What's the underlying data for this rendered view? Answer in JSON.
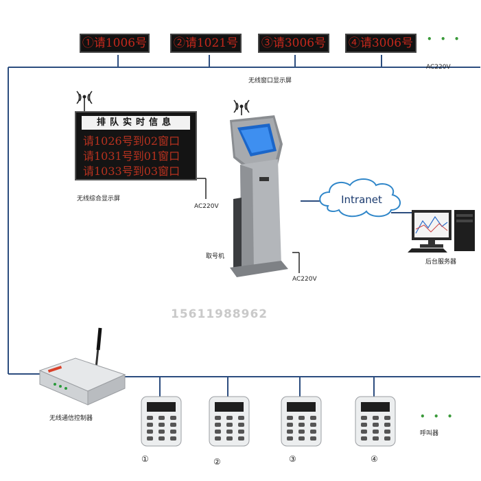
{
  "window_displays": [
    {
      "text": "①请1006号"
    },
    {
      "text": "②请1021号"
    },
    {
      "text": "③请3006号"
    },
    {
      "text": "④请3006号"
    }
  ],
  "more_dots": "• • •",
  "power_label_top": "AC220V",
  "window_display_label": "无线窗口显示屏",
  "info_panel": {
    "title": "排队实时信息",
    "rows": [
      "请1026号到02窗口",
      "请1031号到01窗口",
      "请1033号到03窗口"
    ]
  },
  "info_panel_label": "无线综合显示屏",
  "power_label_panel": "AC220V",
  "kiosk_label": "取号机",
  "power_label_kiosk": "AC220V",
  "network_label": "Intranet",
  "server_label": "后台服务器",
  "phone_number": "15611988962",
  "controller_label": "无线通信控制器",
  "caller_label": "呼叫器",
  "callers": [
    {
      "num": "①"
    },
    {
      "num": "②"
    },
    {
      "num": "③"
    },
    {
      "num": "④"
    }
  ]
}
